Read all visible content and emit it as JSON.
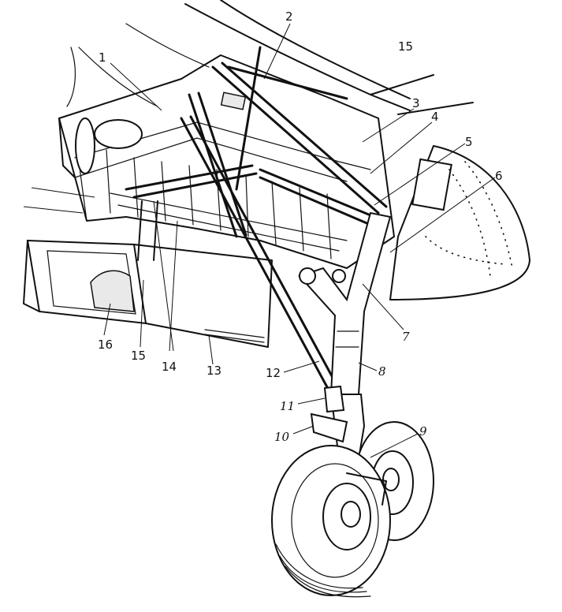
{
  "diagram": {
    "callouts": [
      {
        "id": "c1",
        "text": "1"
      },
      {
        "id": "c2",
        "text": "2"
      },
      {
        "id": "c3",
        "text": "3"
      },
      {
        "id": "c4",
        "text": "4"
      },
      {
        "id": "c5",
        "text": "5"
      },
      {
        "id": "c6",
        "text": "6"
      },
      {
        "id": "c7",
        "text": "7"
      },
      {
        "id": "c8",
        "text": "8"
      },
      {
        "id": "c9",
        "text": "9"
      },
      {
        "id": "c10",
        "text": "10"
      },
      {
        "id": "c11",
        "text": "11"
      },
      {
        "id": "c12",
        "text": "12"
      },
      {
        "id": "c13",
        "text": "13"
      },
      {
        "id": "c14",
        "text": "14"
      },
      {
        "id": "c15a",
        "text": "15"
      },
      {
        "id": "c15b",
        "text": "15"
      },
      {
        "id": "c16",
        "text": "16"
      }
    ]
  }
}
